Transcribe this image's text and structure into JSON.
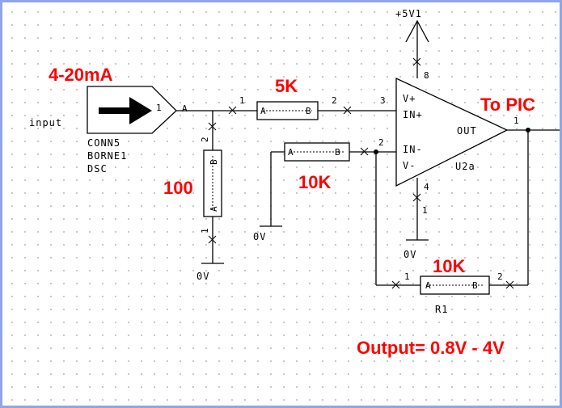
{
  "labels": {
    "current_range": "4-20mA",
    "input": "input",
    "connector": [
      "CONN5",
      "BORNE1",
      "DSC"
    ],
    "sense_resistor": "100",
    "r_series": "5K",
    "r_ground": "10K",
    "r_feedback": "10K",
    "to_pic": "To PIC",
    "output": "Output= 0.8V - 4V",
    "supply": "+5V1",
    "ground": "0V",
    "opamp_name": "U2a",
    "opamp_vplus": "V+",
    "opamp_inplus": "IN+",
    "opamp_inminus": "IN-",
    "opamp_vminus": "V-",
    "opamp_out": "OUT",
    "r1_name": "R1",
    "res_a": "A",
    "res_b": "B"
  },
  "pins": {
    "conn_pin": "1",
    "conn_a": "A",
    "r5k_1": "1",
    "r5k_2": "2",
    "r100_2": "2",
    "r100_1": "1",
    "opamp_3": "3",
    "opamp_2": "2",
    "opamp_8": "8",
    "opamp_4": "4",
    "opamp_1": "1",
    "r10k_2": "2",
    "gnd_1": "1",
    "r1_1": "1",
    "r1_2": "2",
    "out_1": "1"
  },
  "colors": {
    "annotation": "#ff0000",
    "border": "#8fa6e6",
    "grid_dot": "#b8b8b8"
  }
}
